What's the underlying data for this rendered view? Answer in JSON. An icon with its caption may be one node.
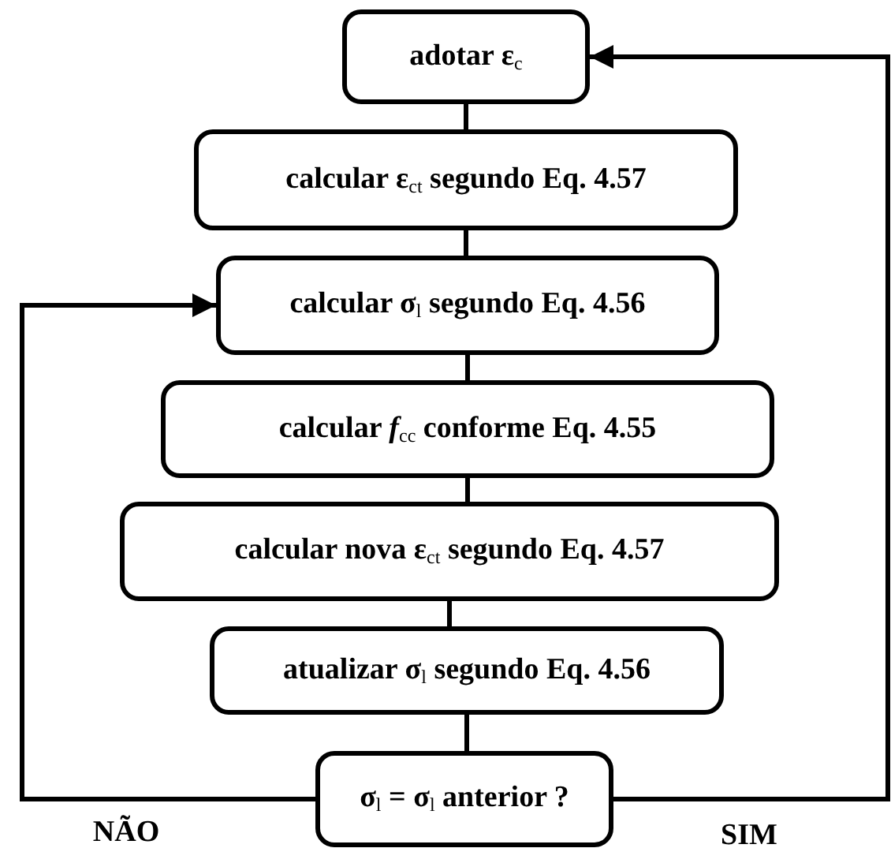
{
  "diagram": {
    "nodes": [
      {
        "text": [
          "adotar ε$_{c}$"
        ]
      },
      {
        "text": [
          "calcular ε$_{ct}$ segundo Eq. 4.57"
        ]
      },
      {
        "text": [
          "calcular σ$_{l}$ segundo Eq. 4.56"
        ]
      },
      {
        "text": [
          "calcular *f*$_{cc}$ conforme Eq. 4.55"
        ]
      },
      {
        "text": [
          "calcular nova ε$_{ct}$ segundo Eq. 4.57"
        ]
      },
      {
        "text": [
          "atualizar σ$_{l}$ segundo Eq. 4.56"
        ]
      },
      {
        "text": [
          "σ$_{l}$ = σ$_{l}$ anterior ?"
        ]
      }
    ],
    "edges": [
      {
        "from": 0,
        "to": 1,
        "arrow": "none"
      },
      {
        "from": 1,
        "to": 2,
        "arrow": "none"
      },
      {
        "from": 2,
        "to": 3,
        "arrow": "none"
      },
      {
        "from": 3,
        "to": 4,
        "arrow": "none"
      },
      {
        "from": 4,
        "to": 5,
        "arrow": "none"
      },
      {
        "from": 5,
        "to": 6,
        "arrow": "none"
      },
      {
        "from": 6,
        "to": 2,
        "arrow": "to",
        "label": "NÃO"
      },
      {
        "from": 6,
        "to": 0,
        "arrow": "to",
        "label": "SIM"
      }
    ]
  }
}
